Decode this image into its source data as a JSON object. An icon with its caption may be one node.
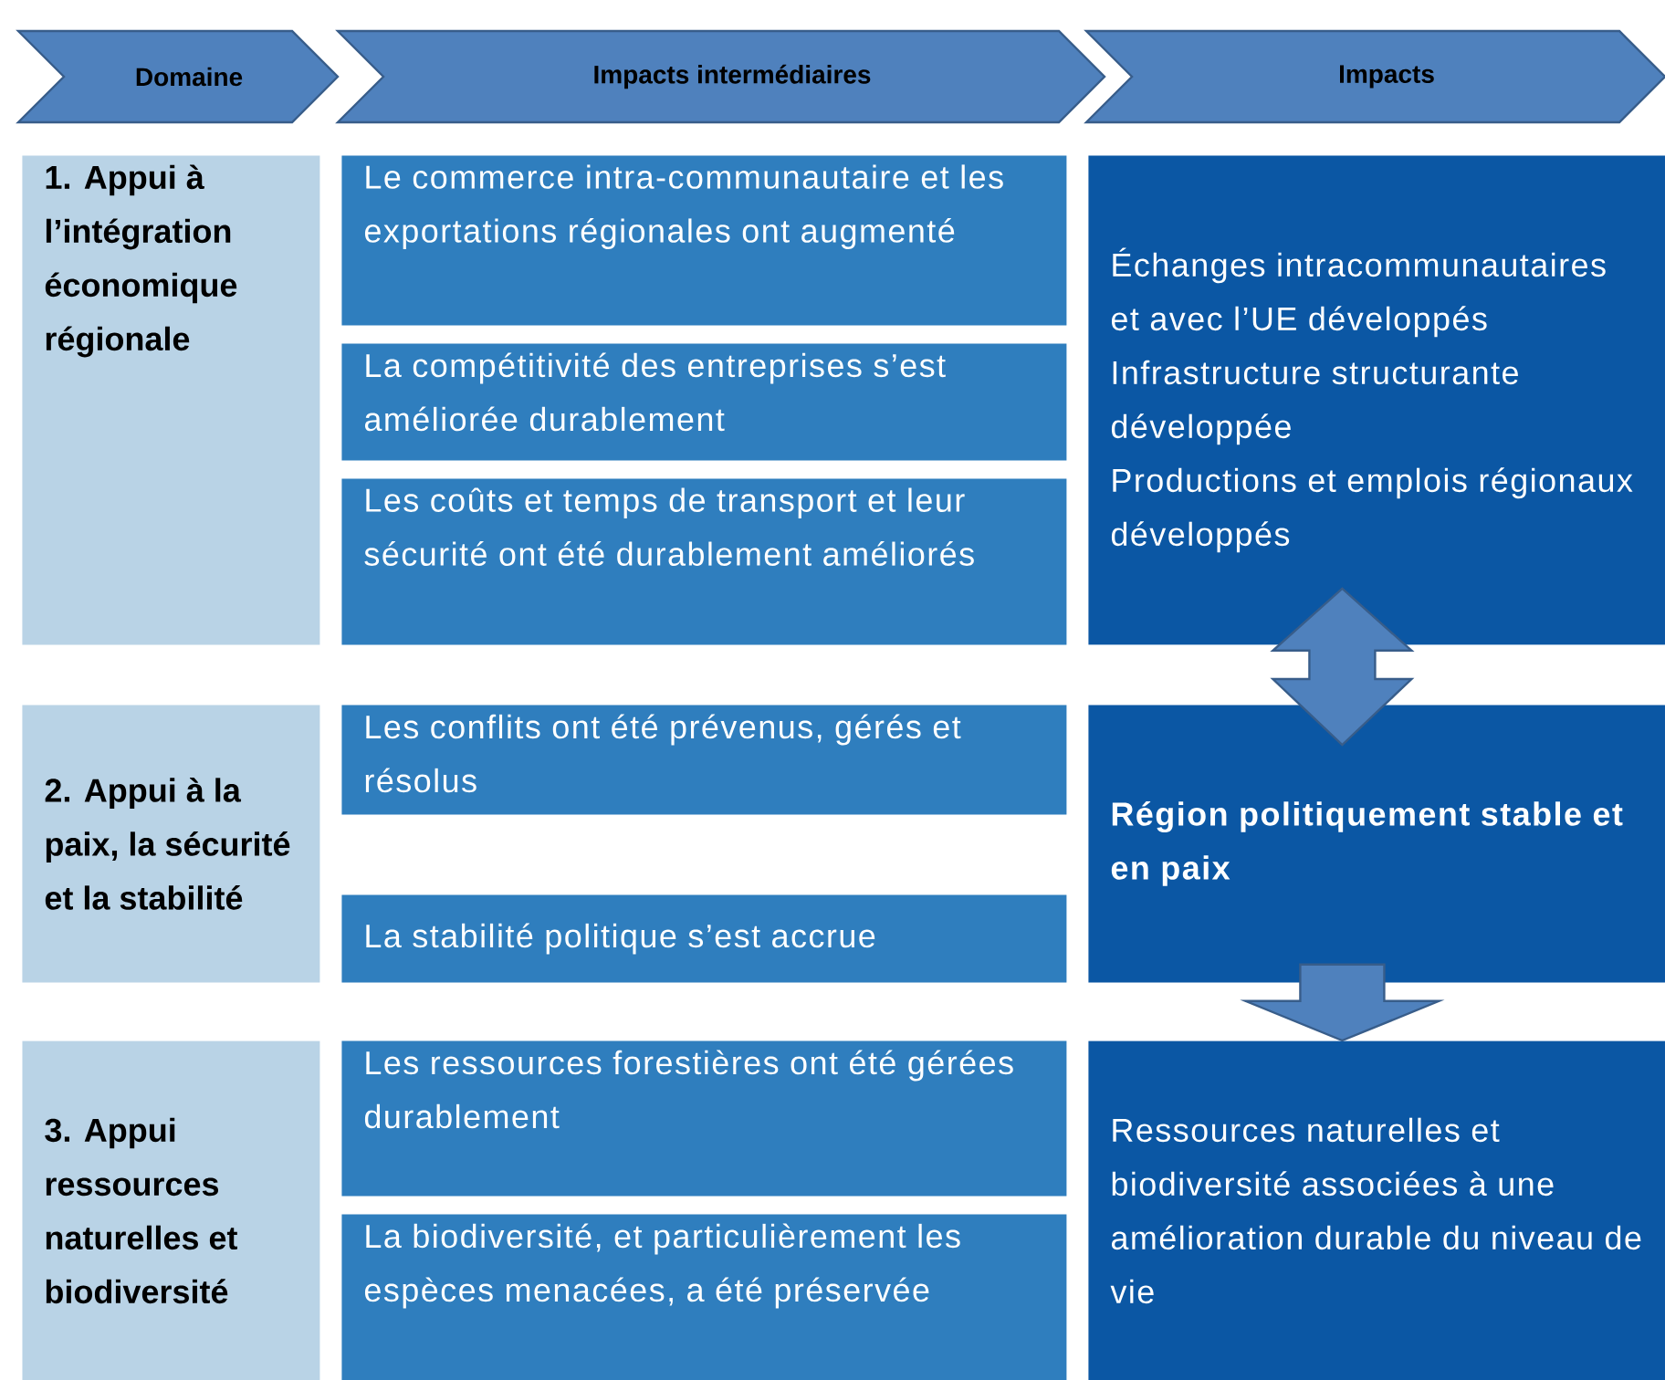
{
  "diagram": {
    "nodes": [
      {
        "text": [
          "Domaine"
        ]
      },
      {
        "text": [
          "Impacts intermédiaires"
        ]
      },
      {
        "text": [
          "Impacts"
        ]
      },
      {
        "text": [
          "1. Appui à l’intégration économique régionale"
        ]
      },
      {
        "text": [
          "Le commerce intra-communautaire et les exportations régionales  ont augmenté"
        ]
      },
      {
        "text": [
          "La compétitivité des entreprises s’est améliorée durablement"
        ]
      },
      {
        "text": [
          "Les coûts et temps de transport et leur sécurité ont été durablement améliorés"
        ]
      },
      {
        "text": [
          "Échanges intracommunautaires et avec l’UE développés",
          "Infrastructure structurante développée",
          "Productions et emplois régionaux développés"
        ]
      },
      {
        "text": [
          "2. Appui à la paix, la sécurité et la stabilité"
        ]
      },
      {
        "text": [
          "Les conflits ont été prévenus, gérés et résolus"
        ]
      },
      {
        "text": [
          "La stabilité politique s’est accrue"
        ]
      },
      {
        "text": [
          "Région politiquement stable et en paix"
        ]
      },
      {
        "text": [
          "3. Appui ressources naturelles et biodiversité"
        ]
      },
      {
        "text": [
          "Les ressources forestières ont été gérées durablement"
        ]
      },
      {
        "text": [
          "La biodiversité, et particulièrement les espèces menacées,  a été préservée"
        ]
      },
      {
        "text": [
          "Ressources naturelles et biodiversité associées à une amélioration durable du niveau de vie"
        ]
      }
    ],
    "edges": [
      {
        "from": 7,
        "to": 11,
        "arrow": "both"
      },
      {
        "from": 11,
        "to": 15,
        "arrow": "to"
      }
    ]
  }
}
